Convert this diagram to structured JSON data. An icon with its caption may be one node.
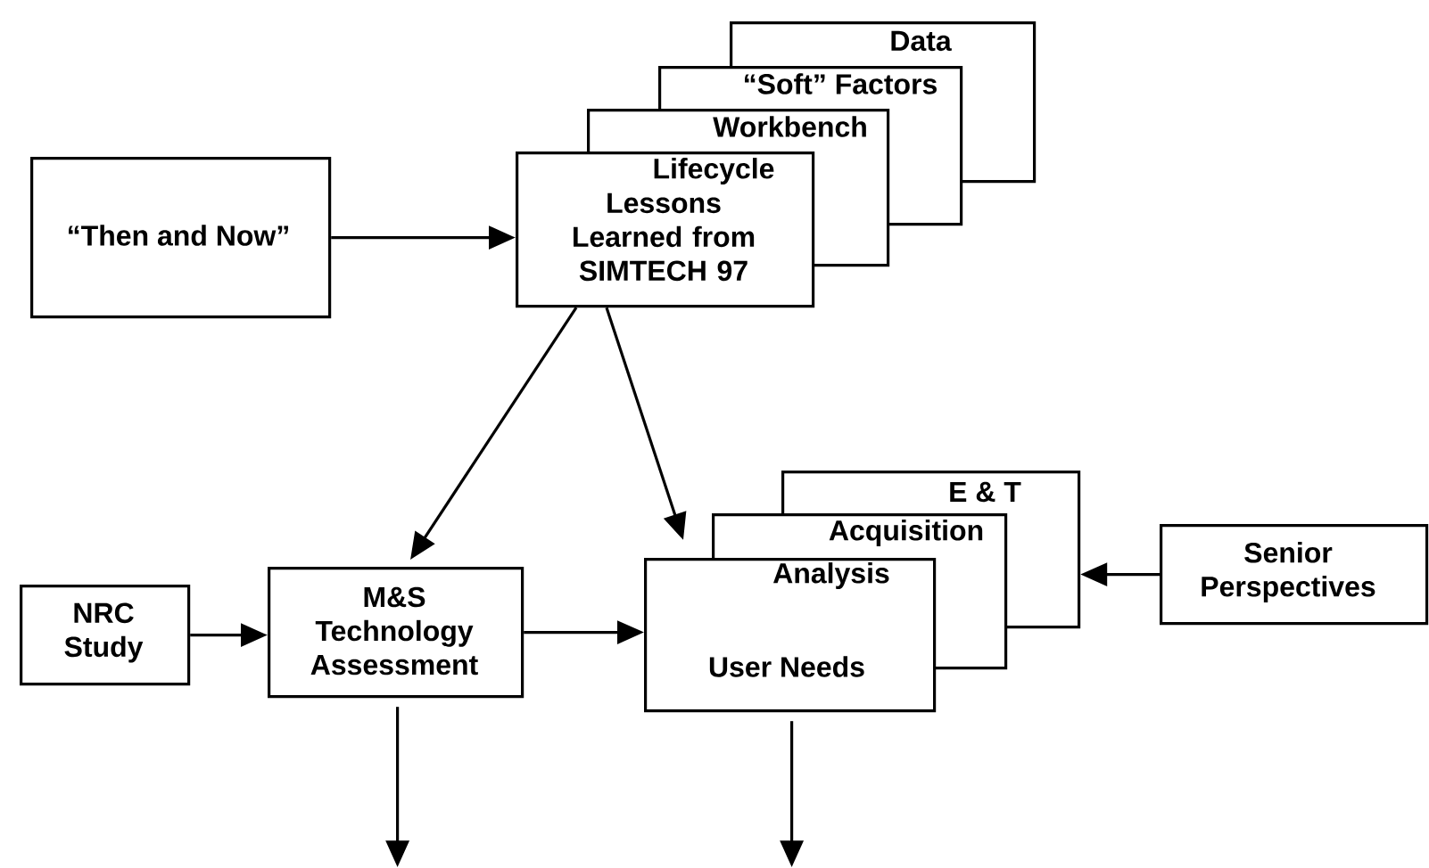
{
  "diagram": {
    "nodes": [
      {
        "text": [
          "“Then and Now”"
        ]
      },
      {
        "text": [
          "Data"
        ]
      },
      {
        "text": [
          "“Soft” Factors"
        ]
      },
      {
        "text": [
          "Workbench"
        ]
      },
      {
        "text": [
          "Lifecycle",
          "Lessons Learned from SIMTECH 97"
        ]
      },
      {
        "text": [
          "NRC Study"
        ]
      },
      {
        "text": [
          "M&S Technology Assessment"
        ]
      },
      {
        "text": [
          "E & T"
        ]
      },
      {
        "text": [
          "Acquisition"
        ]
      },
      {
        "text": [
          "Analysis",
          "User Needs"
        ]
      },
      {
        "text": [
          "Senior Perspectives"
        ]
      }
    ],
    "edges": [
      {
        "from": 0,
        "to": 4,
        "arrow": "to"
      },
      {
        "from": 4,
        "to": 6,
        "arrow": "to"
      },
      {
        "from": 4,
        "to": 9,
        "arrow": "to"
      },
      {
        "from": 5,
        "to": 6,
        "arrow": "to"
      },
      {
        "from": 6,
        "to": 9,
        "arrow": "to"
      },
      {
        "from": 10,
        "to": 7,
        "arrow": "to"
      },
      {
        "from": 6,
        "to": null,
        "arrow": "to"
      },
      {
        "from": 9,
        "to": null,
        "arrow": "to"
      }
    ]
  }
}
